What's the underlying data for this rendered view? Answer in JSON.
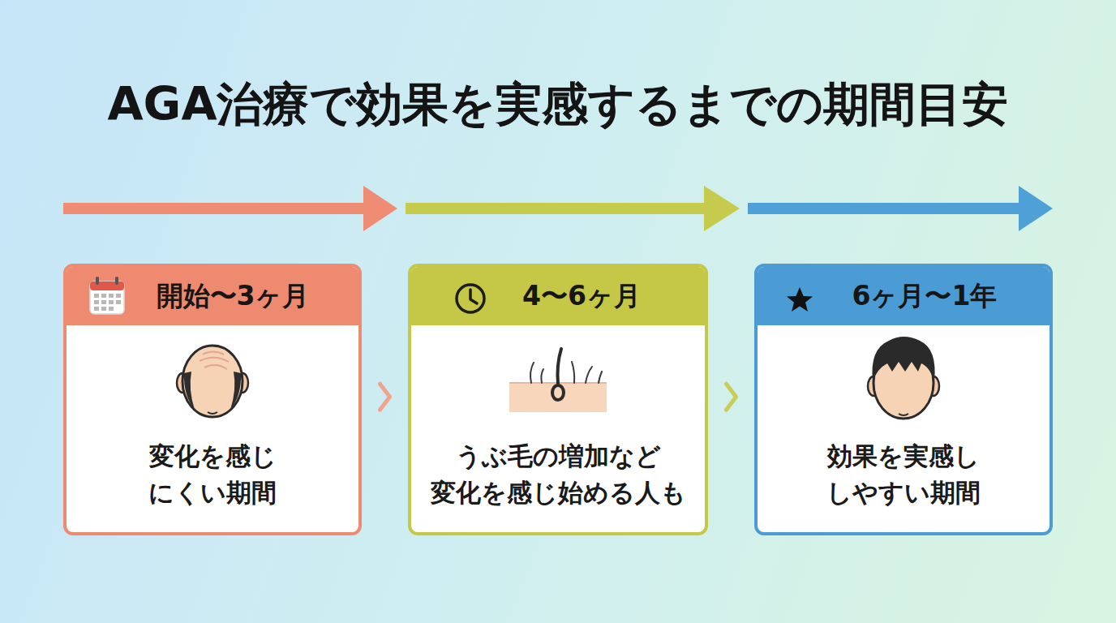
{
  "diagram": {
    "title": "AGA治療で効果を実感するまでの期間目安",
    "nodes": [
      {
        "text": [
          "開始〜3ヶ月",
          "変化を感じ にくい期間"
        ]
      },
      {
        "text": [
          "4〜6ヶ月",
          "うぶ毛の増加など 変化を感じ始める人も"
        ]
      },
      {
        "text": [
          "6ヶ月〜1年",
          "効果を実感し しやすい期間"
        ]
      }
    ],
    "edges": [
      {
        "from": 0,
        "to": 1,
        "arrow": "to"
      },
      {
        "from": 1,
        "to": 2,
        "arrow": "to"
      }
    ]
  }
}
